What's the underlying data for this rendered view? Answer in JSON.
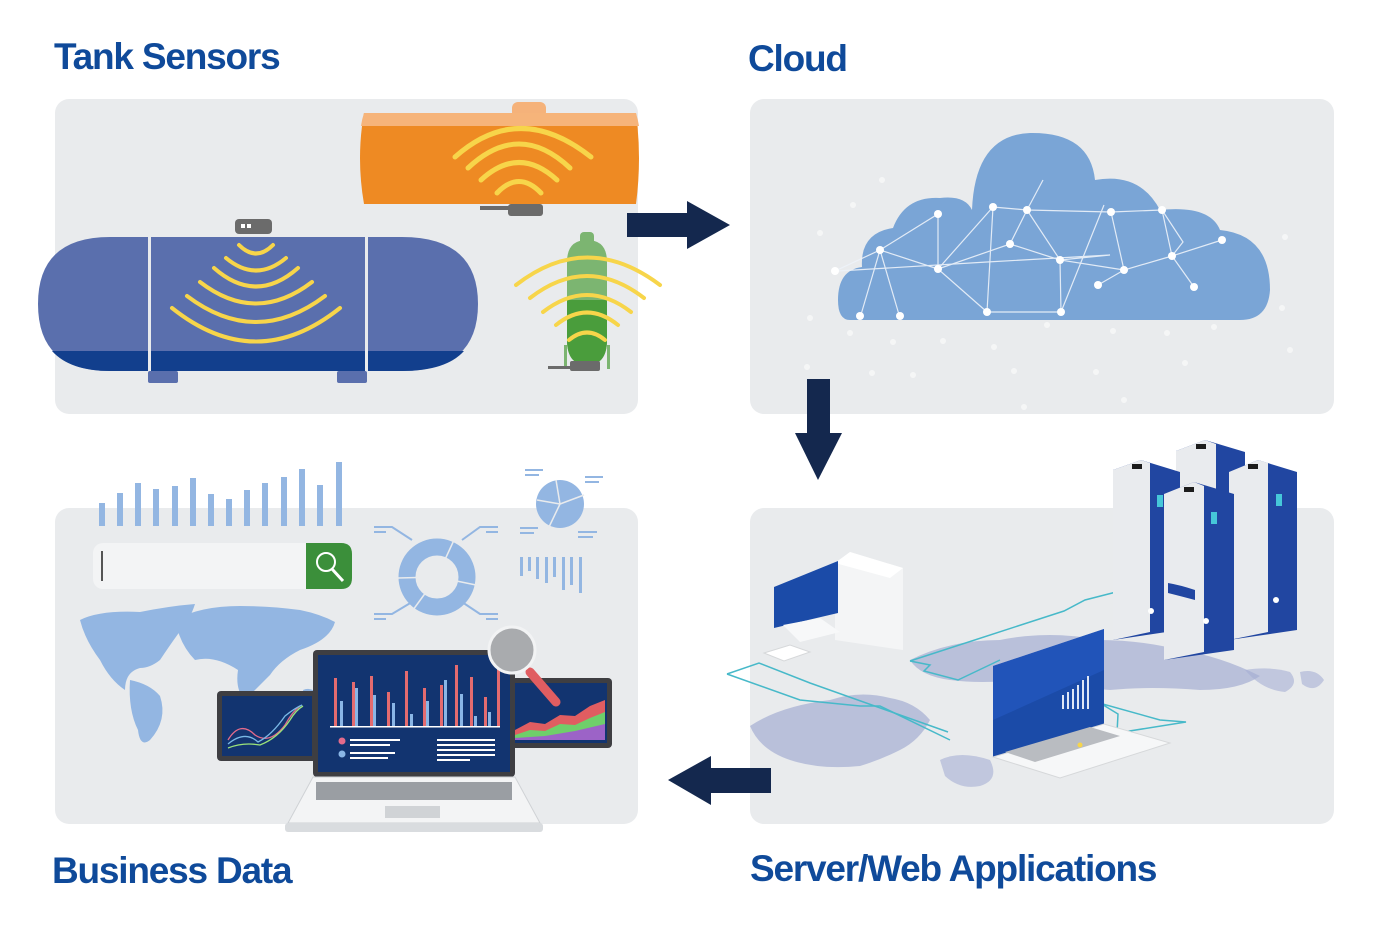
{
  "diagram": {
    "type": "flow-cycle",
    "colors": {
      "title": "#0f4a9a",
      "arrow": "#14284e",
      "panel": "#e9ebed",
      "tank_blue": "#5a6fad",
      "tank_blue_dark": "#123f8d",
      "tank_orange": "#ee8a23",
      "tank_green": "#4a9d3c",
      "signal": "#f7d54a",
      "cloud": "#7aa5d6",
      "search_green": "#3b8f3a"
    },
    "stages": [
      {
        "id": "tank-sensors",
        "title": "Tank Sensors",
        "icons": [
          "horizontal-tank-icon",
          "orange-tank-icon",
          "green-cylinder-icon",
          "wireless-signal-icon",
          "sensor-icon"
        ]
      },
      {
        "id": "cloud",
        "title": "Cloud",
        "icons": [
          "network-cloud-icon"
        ]
      },
      {
        "id": "server-web",
        "title": "Server/Web Applications",
        "icons": [
          "server-rack-icon",
          "desktop-computer-icon",
          "laptop-icon",
          "dotted-world-map-icon"
        ]
      },
      {
        "id": "business-data",
        "title": "Business Data",
        "icons": [
          "bar-chart-icon",
          "search-bar-icon",
          "donut-chart-icon",
          "pie-chart-icon",
          "world-map-icon",
          "laptop-dashboard-icon",
          "magnifier-icon"
        ]
      }
    ],
    "flows": [
      {
        "from": "tank-sensors",
        "to": "cloud",
        "direction": "right"
      },
      {
        "from": "cloud",
        "to": "server-web",
        "direction": "down"
      },
      {
        "from": "server-web",
        "to": "business-data",
        "direction": "left"
      }
    ]
  }
}
